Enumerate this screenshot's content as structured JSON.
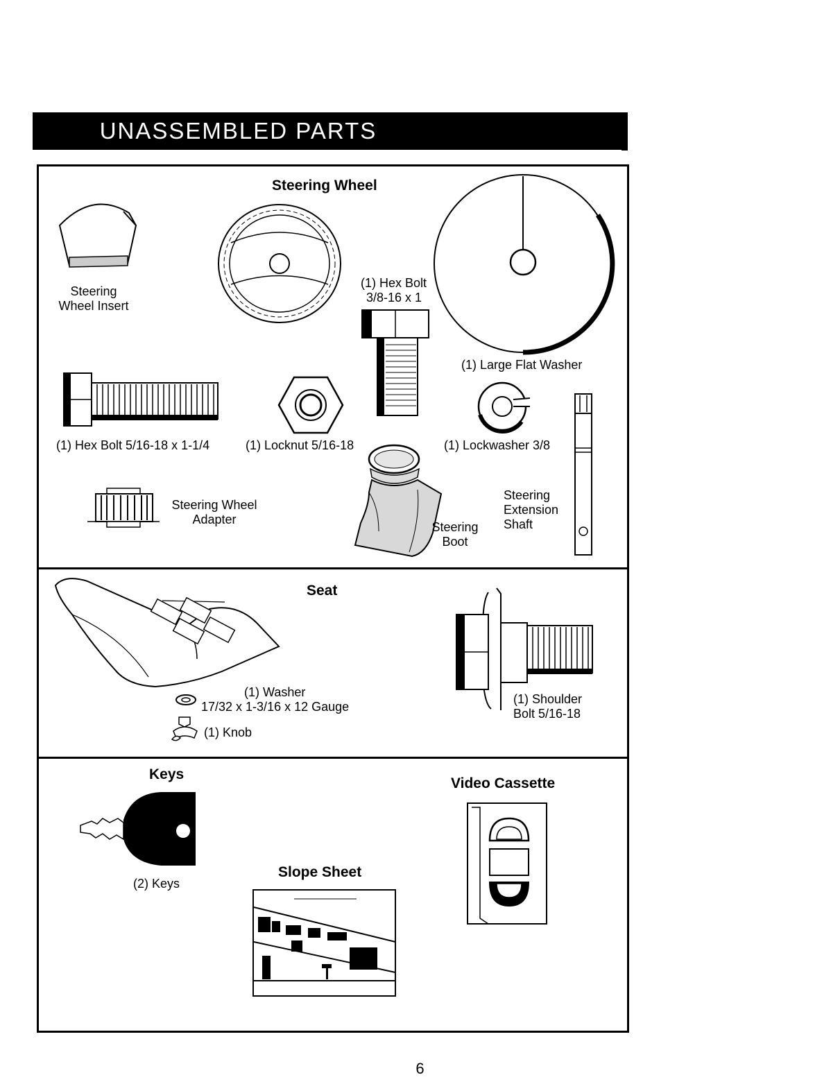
{
  "header": {
    "title": "UNASSEMBLED PARTS"
  },
  "steering_section": {
    "title": "Steering Wheel",
    "wheel_insert": {
      "line1": "Steering",
      "line2": "Wheel Insert"
    },
    "hex_bolt_38": {
      "line1": "(1) Hex Bolt",
      "line2": "3/8-16 x 1"
    },
    "large_flat_washer": "(1) Large Flat Washer",
    "hex_bolt_516": "(1) Hex Bolt  5/16-18 x 1-1/4",
    "locknut": "(1) Locknut  5/16-18",
    "lockwasher": "(1) Lockwasher  3/8",
    "adapter": {
      "line1": "Steering Wheel",
      "line2": "Adapter"
    },
    "boot": {
      "line1": "Steering",
      "line2": "Boot"
    },
    "extension_shaft": {
      "line1": "Steering",
      "line2": "Extension",
      "line3": "Shaft"
    }
  },
  "seat_section": {
    "title": "Seat",
    "washer": {
      "line1": "(1) Washer",
      "line2": "17/32 x 1-3/16 x 12 Gauge"
    },
    "knob": "(1) Knob",
    "shoulder_bolt": {
      "line1": "(1) Shoulder",
      "line2": "Bolt  5/16-18"
    }
  },
  "misc_section": {
    "keys_title": "Keys",
    "keys_label": "(2) Keys",
    "slope_title": "Slope Sheet",
    "video_title": "Video Cassette"
  },
  "page_number": "6"
}
